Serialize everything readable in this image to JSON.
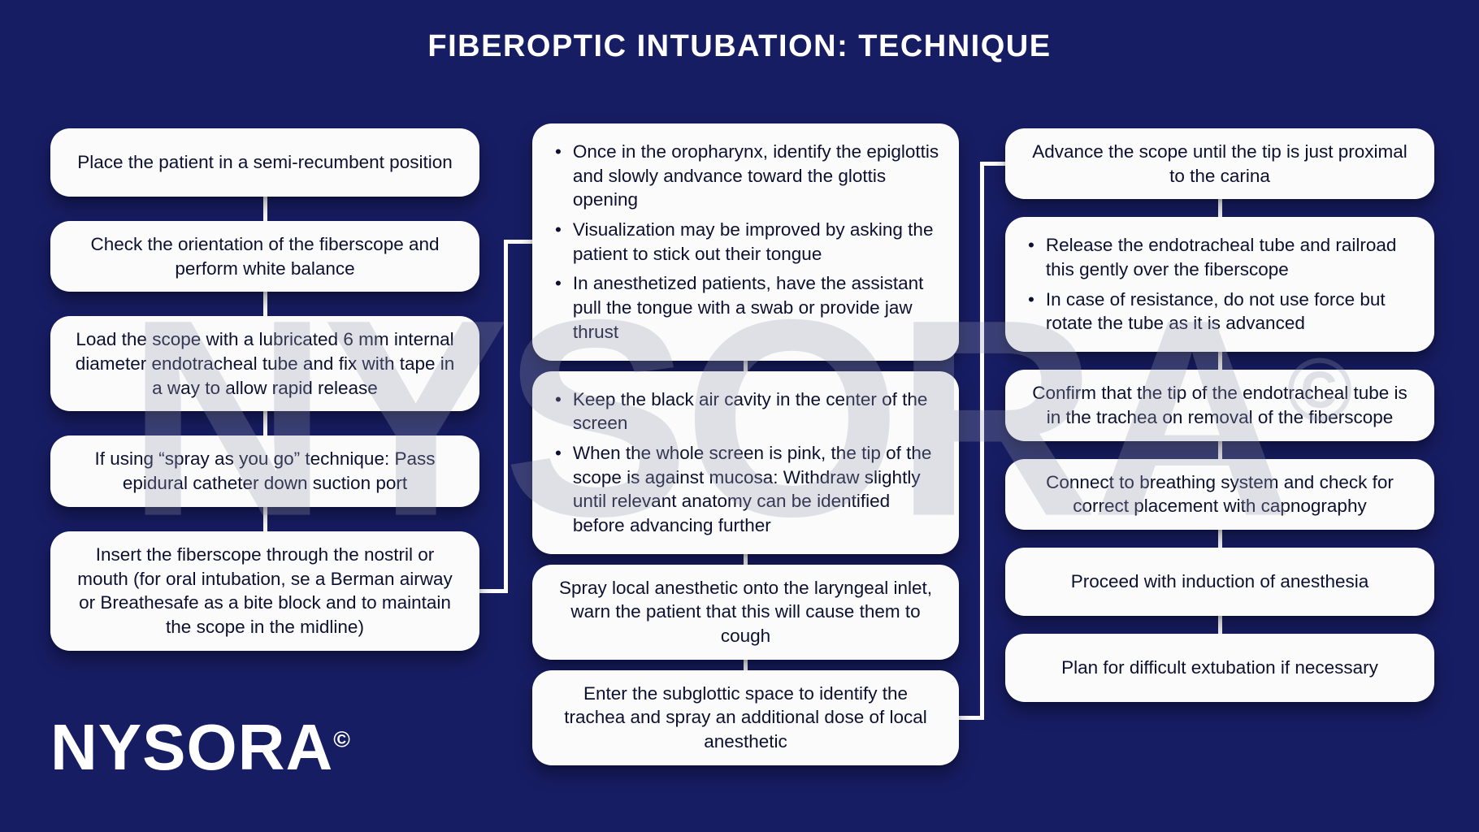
{
  "title": "FIBEROPTIC INTUBATION: TECHNIQUE",
  "watermark": {
    "text": "NYSORA",
    "symbol": "©"
  },
  "logo": {
    "text": "NYSORA",
    "symbol": "©"
  },
  "colors": {
    "background": "#171d63",
    "box_background": "#fbfbfc",
    "box_text": "#0d1130",
    "connector": "#ffffff",
    "title_text": "#ffffff"
  },
  "columns": [
    {
      "name": "left",
      "boxes": [
        {
          "type": "text",
          "text": "Place the patient in a semi-recumbent position"
        },
        {
          "type": "text",
          "text": "Check the orientation of the fiberscope and perform white balance"
        },
        {
          "type": "text",
          "text": "Load the scope with a lubricated 6 mm internal diameter endotracheal tube and fix with tape in a way to allow rapid release"
        },
        {
          "type": "text",
          "text": "If using “spray as you go” technique: Pass epidural catheter down suction port"
        },
        {
          "type": "text",
          "text": "Insert the fiberscope through the nostril or mouth (for oral intubation, se a Berman airway or Breathesafe as a bite block and to maintain the scope in the midline)"
        }
      ]
    },
    {
      "name": "middle",
      "boxes": [
        {
          "type": "bullets",
          "items": [
            "Once in the oropharynx, identify the epiglottis and slowly andvance toward the glottis opening",
            "Visualization may be improved by asking the patient to stick out their tongue",
            "In anesthetized patients, have the assistant pull the tongue with a swab or provide jaw thrust"
          ]
        },
        {
          "type": "bullets",
          "items": [
            "Keep the black air cavity in the center of the screen",
            "When the whole screen is pink, the tip of the scope is against mucosa: Withdraw slightly until relevant anatomy can be identified before advancing further"
          ]
        },
        {
          "type": "text",
          "text": "Spray local anesthetic onto the laryngeal inlet, warn the patient that this will cause them to cough"
        },
        {
          "type": "text",
          "text": "Enter the subglottic space to identify the trachea and spray an additional dose of local anesthetic"
        }
      ]
    },
    {
      "name": "right",
      "boxes": [
        {
          "type": "text",
          "text": "Advance the scope until the tip is just proximal to the carina"
        },
        {
          "type": "bullets",
          "items": [
            "Release the endotracheal tube and railroad this gently over the fiberscope",
            "In case of resistance, do not use force but rotate the tube as it is advanced"
          ]
        },
        {
          "type": "text",
          "text": "Confirm that the tip of the endotracheal tube is in the trachea on removal of the fiberscope"
        },
        {
          "type": "text",
          "text": "Connect to breathing system and check for correct placement with capnography"
        },
        {
          "type": "text",
          "text": "Proceed with induction of anesthesia"
        },
        {
          "type": "text",
          "text": "Plan for difficult extubation if necessary"
        }
      ]
    }
  ]
}
